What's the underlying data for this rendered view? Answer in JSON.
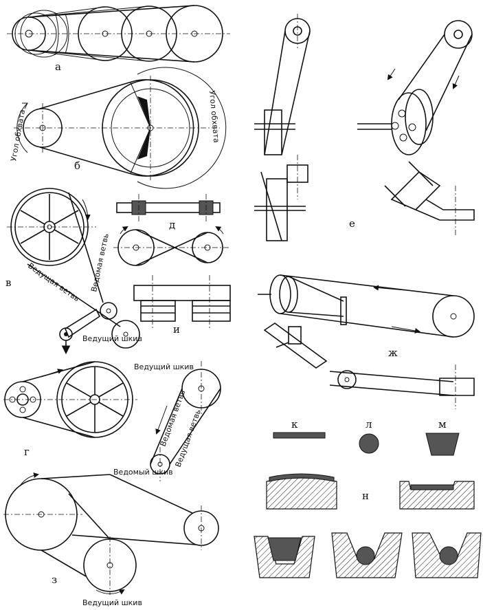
{
  "labels": {
    "a": "а",
    "b": "б",
    "v": "в",
    "g": "г",
    "d": "д",
    "e": "е",
    "zh": "ж",
    "z": "з",
    "i": "и",
    "k": "к",
    "l": "л",
    "m": "м",
    "n": "н"
  },
  "captions": {
    "wrap_angle_small": "Угол обхвата",
    "wrap_angle_large": "Угол обхвата",
    "driving_branch": "Ведущая ветвь",
    "driven_branch": "Ведомая ветвь",
    "driving_pulley": "Ведущий шкив",
    "driven_pulley": "Ведомый шкив"
  }
}
